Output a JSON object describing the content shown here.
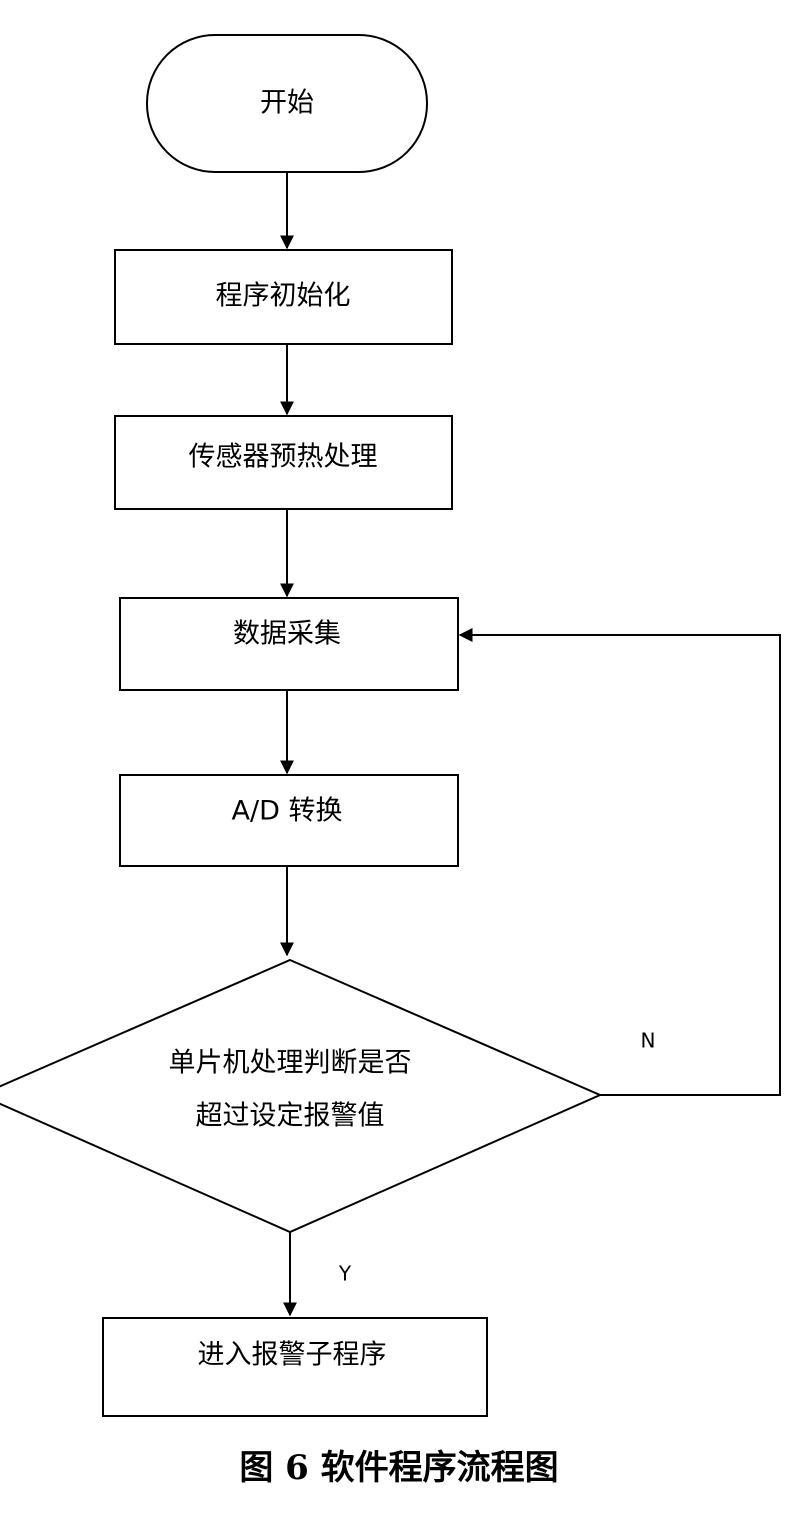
{
  "nodes": {
    "start": "开始",
    "init": "程序初始化",
    "preheat": "传感器预热处理",
    "collect": "数据采集",
    "adc": "A/D 转换",
    "decision_line1": "单片机处理判断是否",
    "decision_line2": "超过设定报警值",
    "alarm": "进入报警子程序"
  },
  "edge_labels": {
    "no": "N",
    "yes": "Y"
  },
  "caption": "图 6  软件程序流程图"
}
